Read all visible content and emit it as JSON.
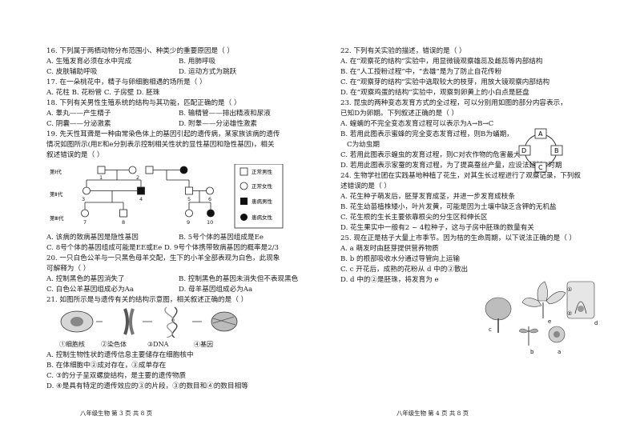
{
  "left": {
    "q16": {
      "stem": "16. 下列属于两栖动物分布范围小、种类少的重要原因是（   ）",
      "a": "A. 生殖发育必须在水中完成",
      "b": "B. 用肺呼吸",
      "c": "C. 皮肤辅助呼吸",
      "d": "D. 运动方式为跳跃"
    },
    "q17": {
      "stem": "17. 在一朵桃花中，精子与卵细胞相遇的场所是（   ）",
      "opts": "A. 花柱    B. 花粉管    C. 子房壁    D. 胚珠"
    },
    "q18": {
      "stem": "18. 下列有关男性生殖系统的结构与其功能，匹配正确的是（   ）",
      "a": "A. 睾丸——产生精子",
      "b": "B. 输精管——排出精液和尿液",
      "c": "C. 阴囊——分泌激素",
      "d": "D. 附睾——分泌雄性激素"
    },
    "q19": {
      "l1": "19. 先天性耳聋是一种由常染色体上的基因引起的遗传病，某家族该病的遗传",
      "l2": "情况如图所示(用E和e分别表示控制相关性状的显性基因和隐性基因)，相关",
      "l3": "叙述错误的是（   ）",
      "gen1": "第Ⅰ代",
      "gen2": "第Ⅱ代",
      "gen3": "第Ⅲ代",
      "n1": "1",
      "n2": "2",
      "n3": "3",
      "n4": "4",
      "n5": "5",
      "n6": "6",
      "n7": "7",
      "n8": "8",
      "n9": "9",
      "n10": "10",
      "leg1": "正常男性",
      "leg2": "正常女性",
      "leg3": "患病男性",
      "leg4": "患病女性",
      "a": "A. 该病的致病基因是隐性基因",
      "b": "B. 5号个体的基因组成是Ee",
      "cd": "C. 8号个体的基因组成可能是EE或Ee    D. 9号个体携带致病基因的概率是2/3"
    },
    "q20": {
      "l1": "20. 一只白色公羊与一只黑色母羊交配，生下的小羊全部表现为白色，此现象",
      "l2": "可解释为（   ）",
      "a": "A. 控制黑色的基因消失了",
      "b": "B. 控制黑色的基因未消失但不表现黑色",
      "c": "C. 白色公羊基因组成必为Aa",
      "d": "D. 母羊基因组成必为Aa"
    },
    "q21": {
      "stem": "21.  如图所示是与遗传有关的结构示意图，相关叙述正确的是（   ）",
      "c1": "①细胞核",
      "c2": "②染色体",
      "c3": "③DNA",
      "c4": "④基因",
      "a": "A. 控制生物性状的遗传信息主要储存在细胞核中",
      "b": "B. 在体细胞中②成对存在，③成单存在",
      "c": "C. ③的分子呈双螺旋结构，是主要的遗传物质",
      "d": "D. ④是具有特定的遗传效应的③的片段，③的数目和④的数目相等"
    },
    "footer": "八年级生物    第 3 页    共 8 页"
  },
  "right": {
    "q22": {
      "stem": "22. 下列有关实验的描述，错误的是（   ）",
      "a": "A. 在“观察花的结构”实验中，用显微镜观察雄蕊及雌蕊等内部结构",
      "b": "B. 在“人工授粉过程”中，“去雄”是为了防止自花传粉",
      "c": "C. 在“观察芽的结构”实验中选取较大的枝芽，用放大镜观察内部结构",
      "d": "D. 在“观察鸡蛋的结构”实验中，观察到卵黄上的小白点是胚盘"
    },
    "q23": {
      "l1": "23. 昆虫的两种变态发育方式的全过程，可以分别用如图的部分内容表示，",
      "l2": "已知D为卵期。下列叙述正确的是（   ）",
      "a": "A. 蝗蝻的不完全变态发育过程可以表示为A→B→C",
      "b": "B. 若用此图表示蜜蜂的完全变态发育过程，则B为蛹期，",
      "b2": "C为幼虫期",
      "c": "C. 若用此图表示蝗虫的发育过程，则C对农作物的危害最大",
      "d": "D. 若用此图表示家蚕的发育过程，为了提高蚕丝产量，应设法延长C时期",
      "A": "A",
      "B": "B",
      "C": "C",
      "D": "D"
    },
    "q24": {
      "l1": "24. 生物学社团在实践基地种植了花生，对其生长过程进行了观察记录，下列叙",
      "l2": "述错误的是（   ）",
      "a": "A. 花生种子萌发后，胚芽发育成茎，并进一步发育成枝条",
      "b": "B. 花生幼苗植株矮小，叶片发黄，可能是因为土壤中缺乏含钾的无机盐",
      "c": "C. 花生根的生长主要依靠根尖的分生区和伸长区",
      "d": "D. 花生果实中一般有2 ~ 4粒种子，这与子房中胚珠的数量有关"
    },
    "q25": {
      "l1": "25. 现在正是桔子大量上市季节。因为桔的生命周期，以下说法正确的是（   ）",
      "a": "A. a 萌发时由胚芽提供营养物质",
      "b": "B. b 的根部吸收水分通过导管向上运输",
      "c": "C. c 开花后，成熟的花粉从 d 中的②散出",
      "d": "D. d 中的②是胚珠，将发育为 e",
      "la": "a",
      "lb": "b",
      "lc": "c",
      "ld": "d",
      "le": "e",
      "l1m": "①",
      "l2m": "②"
    },
    "footer": "八年级生物    第 4 页    共 8 页"
  }
}
